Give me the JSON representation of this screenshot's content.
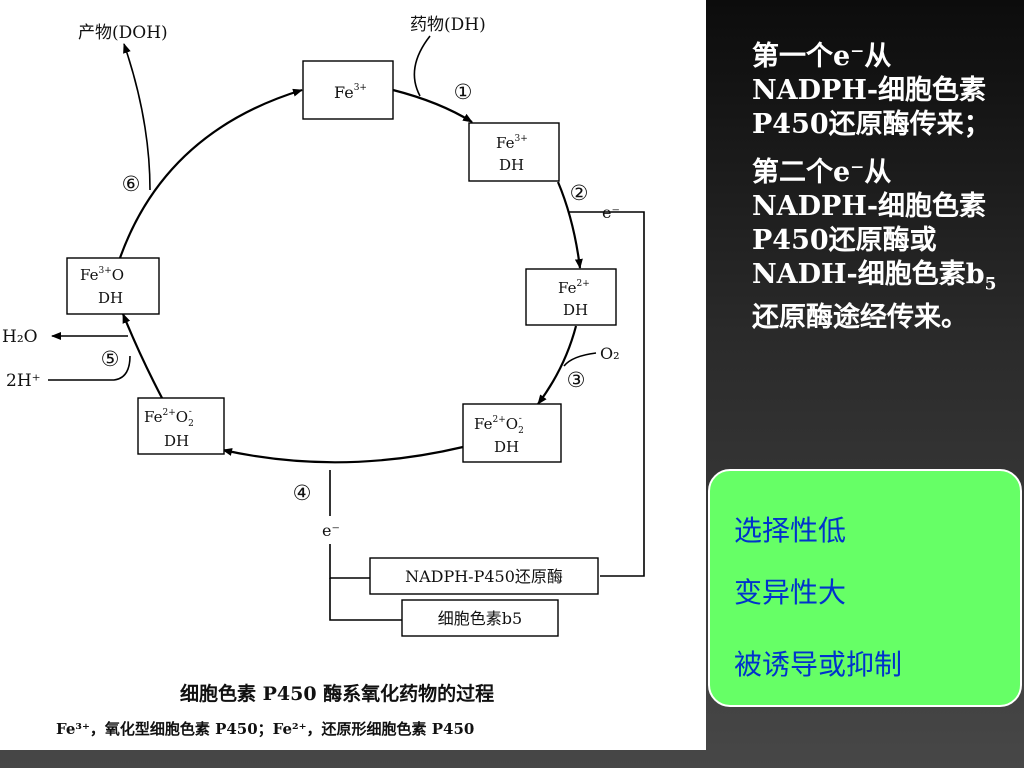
{
  "diagram": {
    "product": "产物(DOH)",
    "drug": "药物(DH)",
    "steps": [
      "①",
      "②",
      "③",
      "④",
      "⑤",
      "⑥"
    ],
    "nodes": {
      "fe3": {
        "fe": "Fe",
        "charge": "3+"
      },
      "fe3dh": {
        "fe": "Fe",
        "charge": "3+",
        "sub": "DH"
      },
      "fe2dh": {
        "fe": "Fe",
        "charge": "2+",
        "sub": "DH"
      },
      "fe2o2dh_right": {
        "fe": "Fe",
        "charge": "2+",
        "o2": "O",
        "o2sub": "2",
        "o2sup": "-",
        "sub": "DH"
      },
      "fe2o2dh_left": {
        "fe": "Fe",
        "charge": "2+",
        "o2": "O",
        "o2sub": "2",
        "o2sup": "-",
        "sub": "DH"
      },
      "fe3odh": {
        "fe": "Fe",
        "charge": "3+",
        "o": "O",
        "sub": "DH"
      }
    },
    "electron": "e⁻",
    "oxygen": "O₂",
    "water": "H₂O",
    "protons": "2H⁺",
    "reductase": "NADPH-P450还原酶",
    "b5": "细胞色素b5",
    "caption": "细胞色素 P450 酶系氧化药物的过程",
    "legend": "Fe³⁺，氧化型细胞色素 P450；Fe²⁺，还原形细胞色素 P450"
  },
  "notes": {
    "first": "第一个e⁻从NADPH-细胞色素P450还原酶传来；",
    "second_pre": "第二个e⁻从NADPH-细胞色素P450还原酶或NADH-细胞色素b",
    "second_sub": "5",
    "second_post": "还原酶途经传来。"
  },
  "features": [
    "选择性低",
    "变异性大",
    "被诱导或抑制"
  ],
  "colors": {
    "feature_bg": "#66ff66",
    "feature_text": "#0033cc",
    "note_text": "#ffffff"
  }
}
